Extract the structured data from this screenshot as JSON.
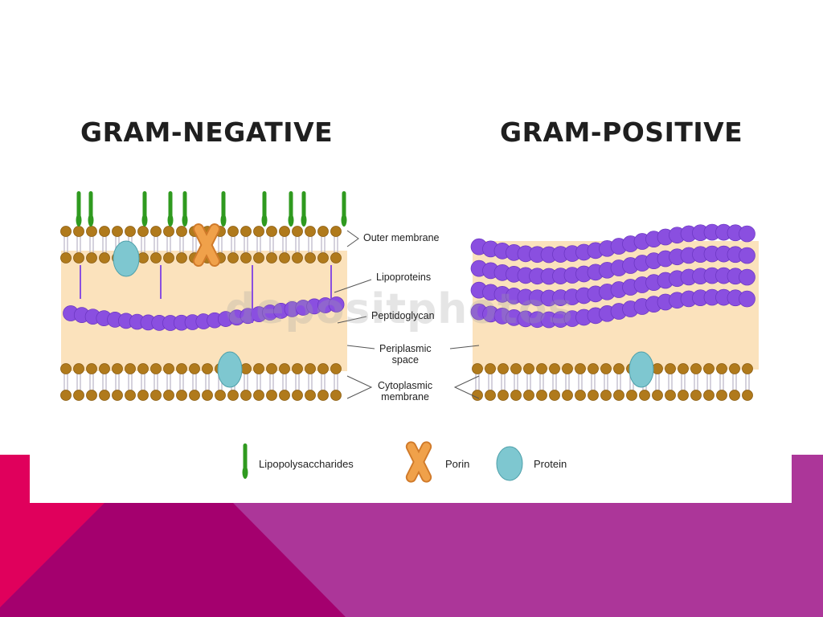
{
  "colors": {
    "band_left": "#e0005c",
    "band_mid": "#a4006e",
    "band_right": "#ac3699",
    "lipid_head": "#b07a1c",
    "periplasm": "#fbe2bc",
    "peptidoglycan": "#8a4fe0",
    "lps": "#2f9a1f",
    "porin": "#f0a14a",
    "protein": "#7ec7d0"
  },
  "titles": {
    "gram_negative": "GRAM-NEGATIVE",
    "gram_positive": "GRAM-POSITIVE"
  },
  "labels": {
    "outer_membrane": "Outer membrane",
    "lipoproteins": "Lipoproteins",
    "peptidoglycan": "Peptidoglycan",
    "periplasmic_space": [
      "Periplasmic",
      "space"
    ],
    "cytoplasmic_membrane": [
      "Cytoplasmic",
      "membrane"
    ]
  },
  "legend": {
    "lps": "Lipopolysaccharides",
    "porin": "Porin",
    "protein": "Protein"
  },
  "watermark": "depositphotos",
  "icons": {
    "lps": "lipopolysaccharide-icon",
    "porin": "porin-icon",
    "protein": "protein-icon"
  }
}
